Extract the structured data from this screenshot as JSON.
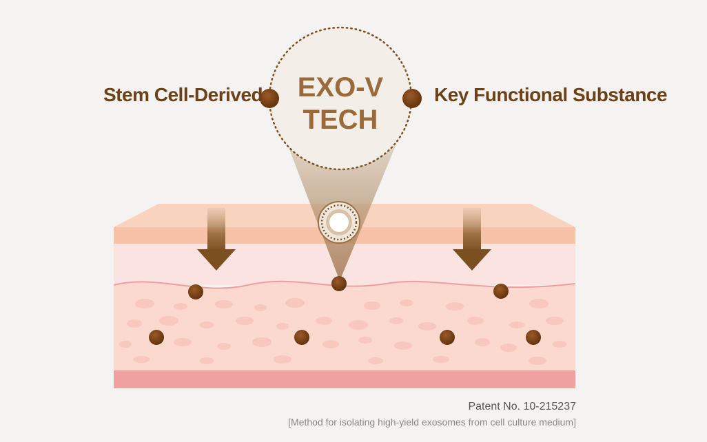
{
  "diagram": {
    "center_title_line1": "EXO-V",
    "center_title_line2": "TECH",
    "left_label": "Stem Cell-Derived",
    "right_label": "Key Functional Substance"
  },
  "footer": {
    "patent_number": "Patent No. 10-215237",
    "patent_description": "[Method for isolating high-yield exosomes from cell culture medium]"
  },
  "colors": {
    "brown_text": "#6b4218",
    "dot": "#6e3a10",
    "skin_top": "#f7c7ac",
    "skin_band": "#fbe1df",
    "dermis": "#fad9cf",
    "bottom_band": "#f09ea0",
    "background": "#f4f3f1"
  }
}
